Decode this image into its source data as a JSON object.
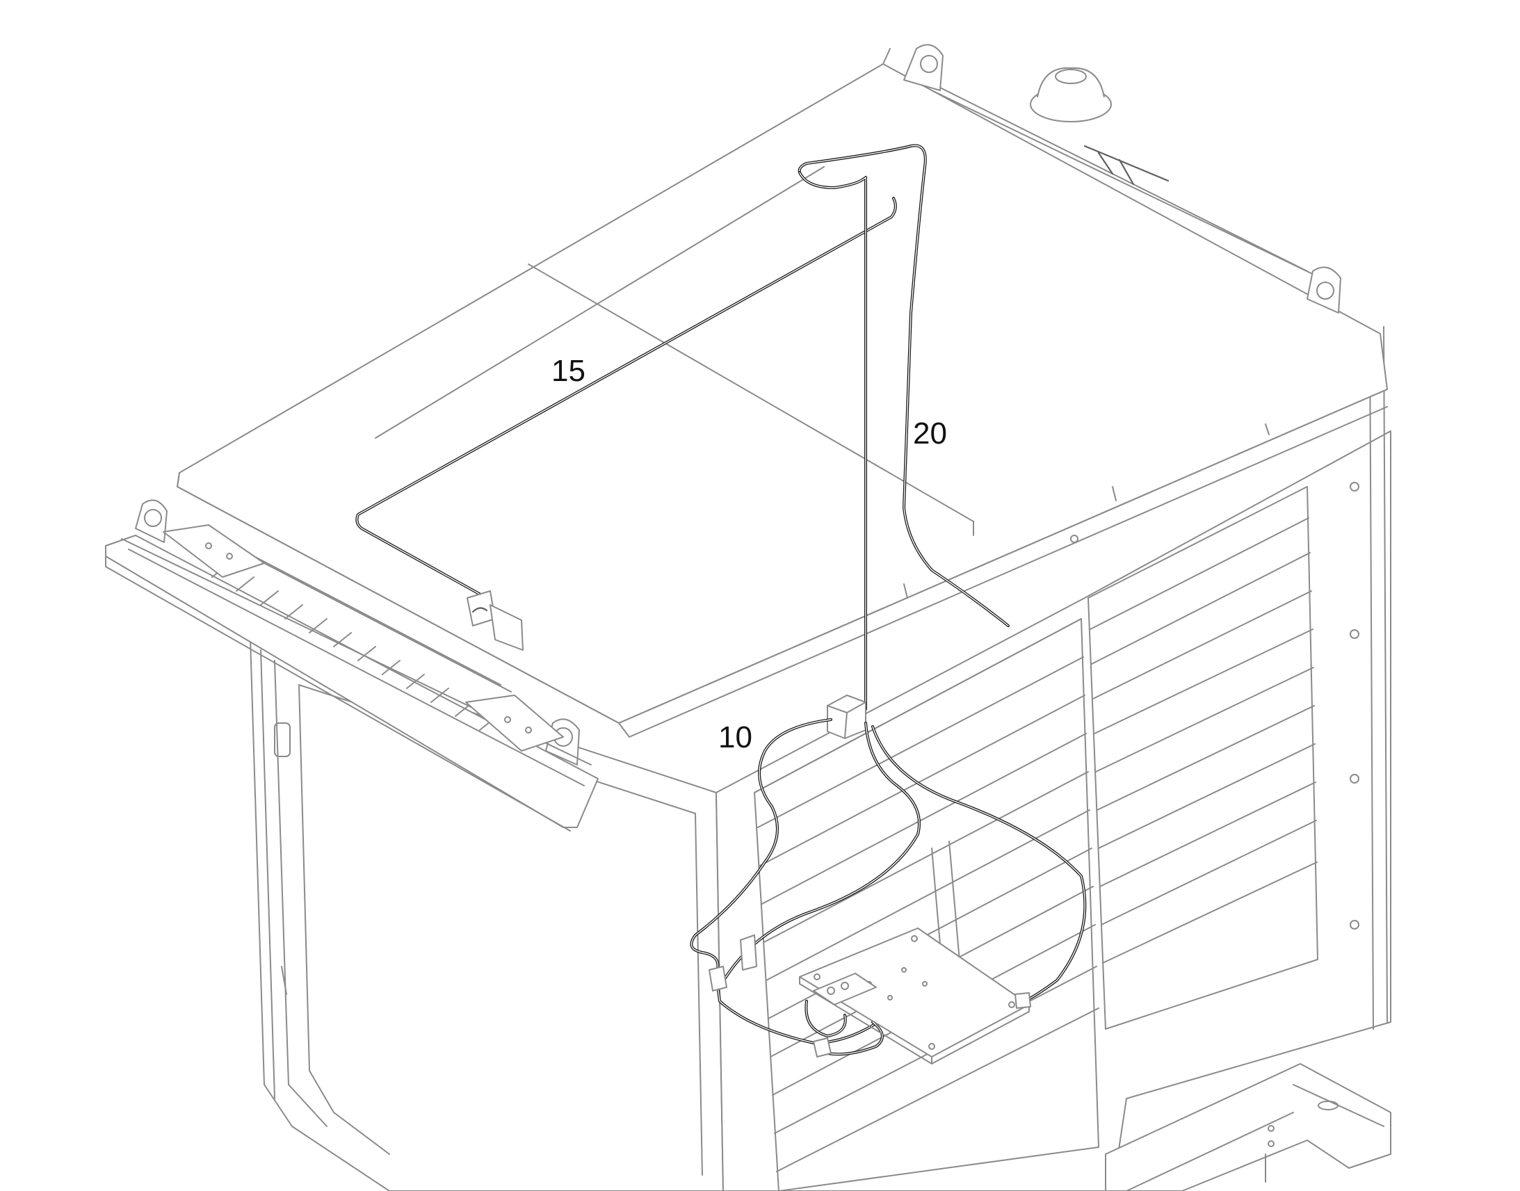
{
  "callouts": [
    {
      "id": "15",
      "text": "15"
    },
    {
      "id": "20",
      "text": "20"
    },
    {
      "id": "10",
      "text": "10"
    }
  ],
  "colors": {
    "line": "#8a8a8a",
    "cable": "#1a1a1a",
    "background": "#ffffff"
  }
}
